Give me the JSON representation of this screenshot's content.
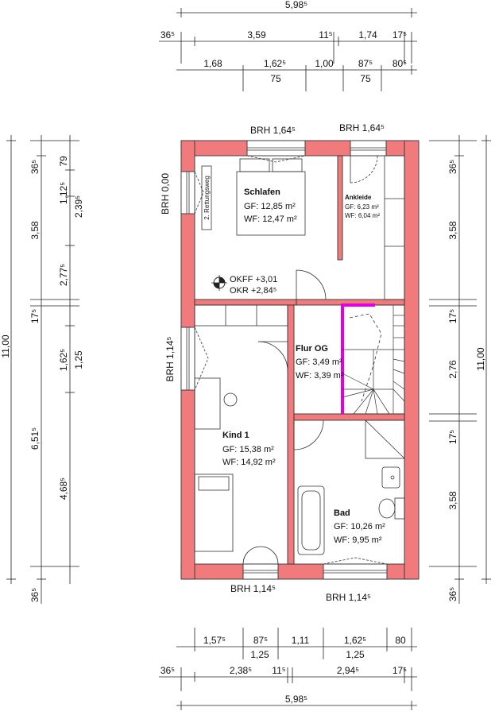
{
  "dimensions": {
    "top_total": "5,98⁵",
    "top_row1": [
      "36⁵",
      "3,59",
      "11⁵",
      "1,74",
      "17⁵"
    ],
    "top_row2": [
      "1,68",
      "1,62⁵",
      "1,00",
      "87⁵",
      "80⁵"
    ],
    "top_row2_sub": [
      "75",
      "75"
    ],
    "bottom_row1": [
      "1,57⁵",
      "87⁵",
      "1,11",
      "1,62⁵",
      "80"
    ],
    "bottom_row1_sub": [
      "1,25",
      "1,25"
    ],
    "bottom_row2": [
      "36⁵",
      "2,38⁵",
      "11⁵",
      "2,94⁵",
      "17⁵"
    ],
    "bottom_total": "5,98⁵",
    "left_total": "11,00",
    "left_outer": [
      "36⁵",
      "3,58",
      "17⁵",
      "6,51⁵",
      "36⁵"
    ],
    "left_inner": [
      "79",
      "1,12⁵",
      "2,39⁵",
      "2,77⁵",
      "1,62⁵",
      "1,25",
      "4,68⁵"
    ],
    "right_total": "11,00",
    "right_row": [
      "36⁵",
      "3,58",
      "17⁵",
      "2,76",
      "17⁵",
      "3,58",
      "36⁵"
    ]
  },
  "windows": {
    "top_left": "BRH  1,64⁵",
    "top_right": "BRH  1,64⁵",
    "left_top": "BRH  0,00",
    "left_mid": "BRH  1,14⁵",
    "bottom_left": "BRH  1,14⁵",
    "bottom_right": "BRH  1,14⁵"
  },
  "escape_route": "2. Rettungsweg",
  "level_marker": {
    "okff": "OKFF +3,01",
    "okr": "OKR +2,84⁵"
  },
  "rooms": {
    "schlafen": {
      "name": "Schlafen",
      "gf": "GF:  12,85 m²",
      "wf": "WF:  12,47 m²"
    },
    "ankleide": {
      "name": "Ankleide",
      "gf": "GF:  6,23 m²",
      "wf": "WF:  6,04 m²"
    },
    "flur": {
      "name": "Flur OG",
      "gf": "GF:  3,49 m²",
      "wf": "WF:  3,39 m²"
    },
    "kind": {
      "name": "Kind 1",
      "gf": "GF:  15,38 m²",
      "wf": "WF:  14,92 m²"
    },
    "bad": {
      "name": "Bad",
      "gf": "GF:  10,26 m²",
      "wf": "WF:   9,95 m²"
    }
  },
  "colors": {
    "wall": "#f07a7c",
    "wall_stroke": "#333333",
    "stair_highlight": "#e000e0"
  }
}
